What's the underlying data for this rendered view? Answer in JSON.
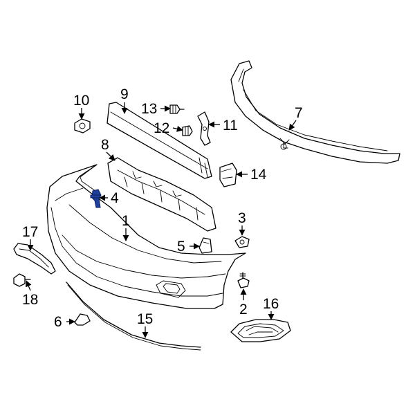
{
  "diagram": {
    "callouts": [
      {
        "id": "1",
        "label": "1"
      },
      {
        "id": "2",
        "label": "2"
      },
      {
        "id": "3",
        "label": "3"
      },
      {
        "id": "4",
        "label": "4"
      },
      {
        "id": "5",
        "label": "5"
      },
      {
        "id": "6",
        "label": "6"
      },
      {
        "id": "7",
        "label": "7"
      },
      {
        "id": "8",
        "label": "8"
      },
      {
        "id": "9",
        "label": "9"
      },
      {
        "id": "10",
        "label": "10"
      },
      {
        "id": "11",
        "label": "11"
      },
      {
        "id": "12",
        "label": "12"
      },
      {
        "id": "13",
        "label": "13"
      },
      {
        "id": "14",
        "label": "14"
      },
      {
        "id": "15",
        "label": "15"
      },
      {
        "id": "16",
        "label": "16"
      },
      {
        "id": "17",
        "label": "17"
      },
      {
        "id": "18",
        "label": "18"
      }
    ],
    "highlighted_part": "4",
    "colors": {
      "line": "#000000",
      "background": "#ffffff",
      "highlight": "#1f3f9b"
    }
  }
}
